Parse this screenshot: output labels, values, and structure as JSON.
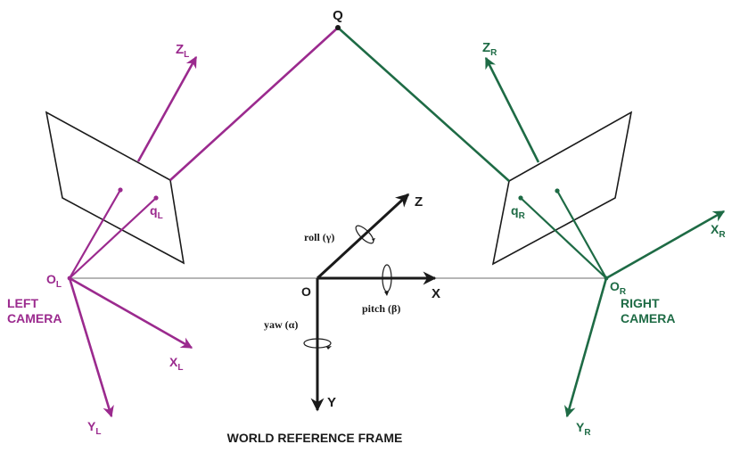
{
  "colors": {
    "left": "#9b2a8e",
    "right": "#1e6b45",
    "world": "#1a1a1a",
    "baseline": "#8a8a8a"
  },
  "world": {
    "origin": "O",
    "x": "X",
    "y": "Y",
    "z": "Z",
    "roll": "roll (γ)",
    "pitch": "pitch (β)",
    "yaw": "yaw (α)",
    "caption": "WORLD REFERENCE FRAME"
  },
  "point": {
    "label": "Q"
  },
  "left_camera": {
    "origin": {
      "main": "O",
      "sub": "L"
    },
    "name_line1": "LEFT",
    "name_line2": "CAMERA",
    "x": {
      "main": "X",
      "sub": "L"
    },
    "y": {
      "main": "Y",
      "sub": "L"
    },
    "z": {
      "main": "Z",
      "sub": "L"
    },
    "image_point": {
      "main": "q",
      "sub": "L"
    }
  },
  "right_camera": {
    "origin": {
      "main": "O",
      "sub": "R"
    },
    "name_line1": "RIGHT",
    "name_line2": "CAMERA",
    "x": {
      "main": "X",
      "sub": "R"
    },
    "y": {
      "main": "Y",
      "sub": "R"
    },
    "z": {
      "main": "Z",
      "sub": "R"
    },
    "image_point": {
      "main": "q",
      "sub": "R"
    }
  }
}
